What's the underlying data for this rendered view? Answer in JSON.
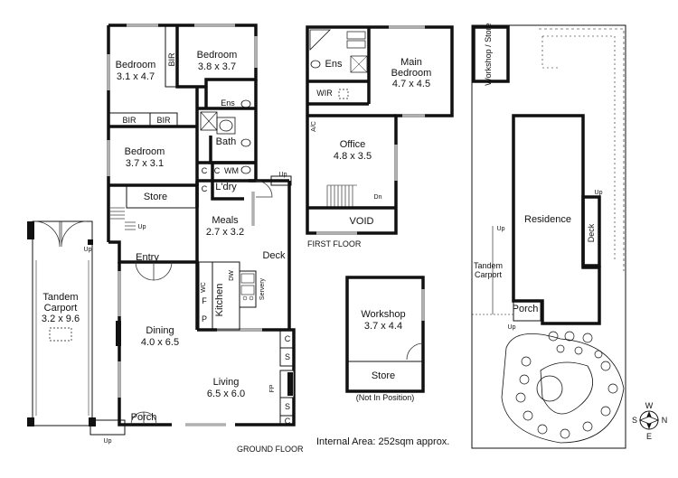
{
  "ground_floor": {
    "caption": "GROUND FLOOR",
    "rooms": {
      "bedroom1": {
        "name": "Bedroom",
        "size": "3.1 x 4.7"
      },
      "bedroom2": {
        "name": "Bedroom",
        "size": "3.8 x 3.7"
      },
      "bedroom3": {
        "name": "Bedroom",
        "size": "3.7 x 3.1"
      },
      "bir_vertical": "BIR",
      "bir_left": "BIR",
      "bir_right": "BIR",
      "ens": "Ens",
      "bath": "Bath",
      "store": "Store",
      "c1": "C",
      "c2": "C",
      "wm": "WM",
      "laundry": "L'dry",
      "meals": {
        "name": "Meals",
        "size": "2.7 x 3.2"
      },
      "entry": "Entry",
      "deck": "Deck",
      "kitchen": "Kitchen",
      "wc": "WC",
      "f": "F",
      "p": "P",
      "dw": "DW",
      "servery": "Servery",
      "tandem_carport": {
        "name1": "Tandem",
        "name2": "Carport",
        "size": "3.2 x 9.6"
      },
      "dining": {
        "name": "Dining",
        "size": "4.0 x 6.5"
      },
      "living": {
        "name": "Living",
        "size": "6.5 x 6.0"
      },
      "fp": "FP",
      "cab_c1": "C",
      "cab_s1": "S",
      "cab_s2": "S",
      "cab_c2": "C",
      "porch": "Porch",
      "up1": "Up",
      "up2": "Up",
      "up3": "Up",
      "up4": "Up"
    }
  },
  "first_floor": {
    "caption": "FIRST FLOOR",
    "rooms": {
      "ens": "Ens",
      "main_bedroom": {
        "name1": "Main",
        "name2": "Bedroom",
        "size": "4.7 x 4.5"
      },
      "wir": "WIR",
      "ac": "A/C",
      "office": {
        "name": "Office",
        "size": "4.8 x 3.5"
      },
      "dn": "Dn",
      "void": "VOID"
    }
  },
  "workshop": {
    "name": "Workshop",
    "size": "3.7 x 4.4",
    "store": "Store",
    "note": "(Not In Position)"
  },
  "site_plan": {
    "workshop_store": "Workshop / Store",
    "residence": "Residence",
    "deck": "Deck",
    "tandem_carport1": "Tandem",
    "tandem_carport2": "Carport",
    "porch": "Porch",
    "up1": "Up",
    "up2": "Up",
    "up3": "Up",
    "compass": {
      "n": "N",
      "s": "S",
      "e": "E",
      "w": "W"
    }
  },
  "internal_area": "Internal Area:  252sqm approx."
}
